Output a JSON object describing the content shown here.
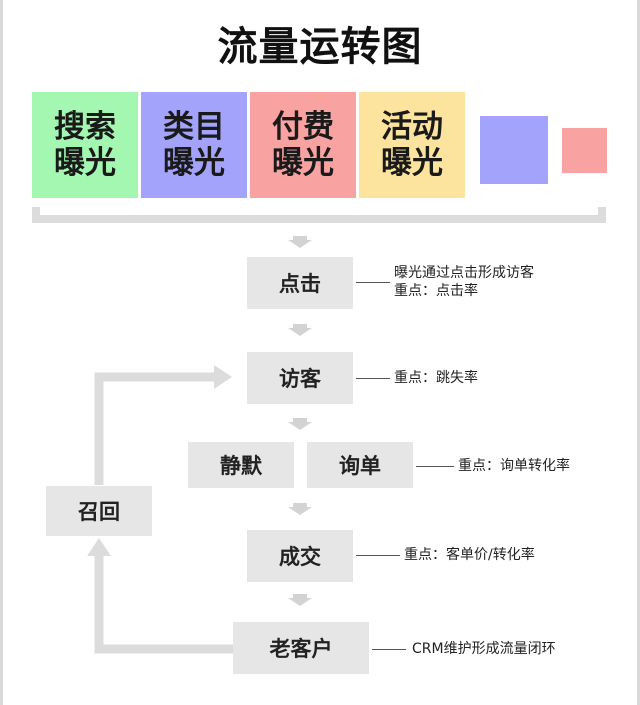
{
  "title": "流量运转图",
  "sources": [
    {
      "line1": "搜索",
      "line2": "曝光",
      "color": "#a3f7b0"
    },
    {
      "line1": "类目",
      "line2": "曝光",
      "color": "#a3a3fb"
    },
    {
      "line1": "付费",
      "line2": "曝光",
      "color": "#f8a2a2"
    },
    {
      "line1": "活动",
      "line2": "曝光",
      "color": "#fde49e"
    }
  ],
  "legend_colors": [
    "#a3a3fb",
    "#f8a2a2"
  ],
  "steps": {
    "click": "点击",
    "visitor": "访客",
    "silent": "静默",
    "inquiry": "询单",
    "deal": "成交",
    "old_customer": "老客户",
    "recall": "召回"
  },
  "notes": {
    "click_line1": "曝光通过点击形成访客",
    "click_line2": "重点：点击率",
    "visitor": "重点：跳失率",
    "inquiry": "重点：询单转化率",
    "deal": "重点：客单价/转化率",
    "old_customer": "CRM维护形成流量闭环"
  },
  "colors": {
    "box": "#e6e6e6",
    "arrow": "#d3d3d3",
    "bracket": "#dcdcdc"
  }
}
